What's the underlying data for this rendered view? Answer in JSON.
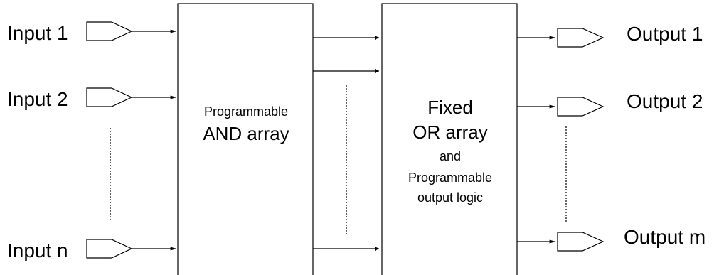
{
  "inputs": [
    "Input 1",
    "Input 2",
    "Input n"
  ],
  "outputs": [
    "Output 1",
    "Output 2",
    "Output m"
  ],
  "and_array": {
    "line1": "Programmable",
    "line2": "AND array"
  },
  "or_array": {
    "line1": "Fixed",
    "line2": "OR array",
    "line3": "and",
    "line4": "Programmable",
    "line5": "output logic"
  }
}
